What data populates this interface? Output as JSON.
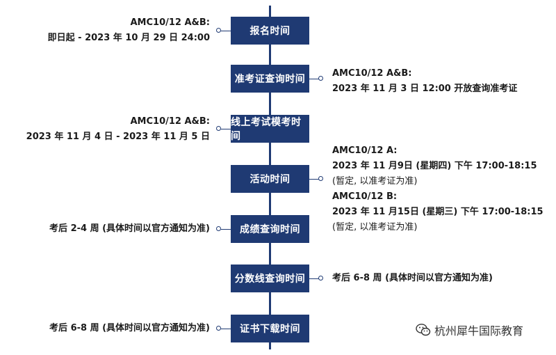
{
  "steps": [
    {
      "label": "报名时间"
    },
    {
      "label": "准考证查询时间"
    },
    {
      "label": "线上考试模考时间"
    },
    {
      "label": "活动时间"
    },
    {
      "label": "成绩查询时间"
    },
    {
      "label": "分数线查询时间"
    },
    {
      "label": "证书下载时间"
    }
  ],
  "notes": {
    "registration": [
      "AMC10/12 A&B:",
      "即日起 - 2023 年 10 月 29 日 24:00"
    ],
    "admission": [
      "AMC10/12 A&B:",
      "2023 年 11 月 3 日 12:00 开放查询准考证"
    ],
    "mock": [
      "AMC10/12 A&B:",
      "2023 年 11 月 4 日 - 2023 年 11 月 5 日"
    ],
    "activity": [
      "AMC10/12 A:",
      "2023 年 11 月9日 (星期四) 下午 17:00-18:15",
      "(暂定, 以准考证为准)",
      "AMC10/12 B:",
      "2023 年 11 月15日 (星期三) 下午 17:00-18:15",
      "(暂定, 以准考证为准)"
    ],
    "score": [
      "考后 2-4 周 (具体时间以官方通知为准)"
    ],
    "cutoff": [
      "考后 6-8 周 (具体时间以官方通知为准)"
    ],
    "certificate": [
      "考后 6-8 周 (具体时间以官方通知为准)"
    ]
  },
  "watermark": {
    "text": "杭州犀牛国际教育",
    "icon": "wechat-icon"
  },
  "colors": {
    "box": "#1f3a73",
    "text": "#1a1a1a"
  }
}
